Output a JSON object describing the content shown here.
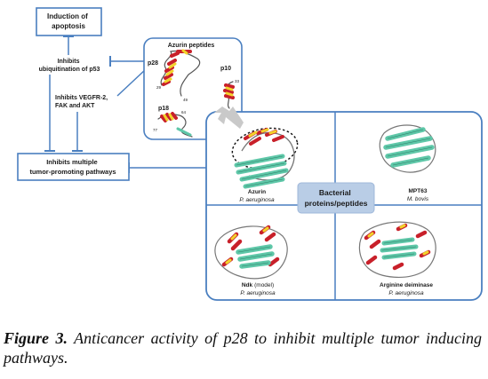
{
  "caption": {
    "label": "Figure 3.",
    "text": "Anticancer activity of p28 to inhibit multiple tumor inducing pathways."
  },
  "boxes": {
    "apoptosis": [
      "Induction of",
      "apoptosis"
    ],
    "pathways": [
      "Inhibits multiple",
      "tumor-promoting pathways"
    ]
  },
  "annotations": {
    "p53": [
      "Inhibits",
      "ubiquitination of p53"
    ],
    "vegfr": [
      "Inhibits VEGFR-2,",
      "FAK and AKT"
    ]
  },
  "azurin_peptides": {
    "title": "Azurin peptides",
    "labels": [
      "p28",
      "p10",
      "p18"
    ],
    "residue_marks": [
      "29",
      "49",
      "33",
      "64",
      "77"
    ]
  },
  "panel": {
    "center_label": [
      "Bacterial",
      "proteins/peptides"
    ],
    "proteins": [
      {
        "name": "Azurin",
        "organism": "P. aeruginosa"
      },
      {
        "name": "MPT63",
        "organism": "M. bovis"
      },
      {
        "name": "Ndk",
        "name_suffix": "(model)",
        "organism": "P. aeruginosa"
      },
      {
        "name": "Arginine deiminase",
        "organism": "P. aeruginosa"
      }
    ]
  },
  "colors": {
    "frame": "#4a7fc0",
    "center_fill": "#b9cde6",
    "sheet": "#5ec7a8",
    "helix_red": "#c8202a",
    "helix_yellow": "#f2d32a"
  }
}
